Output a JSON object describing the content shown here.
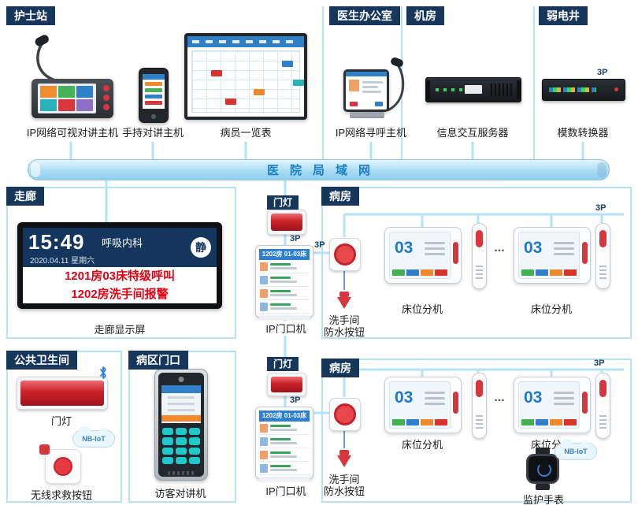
{
  "top": {
    "sections": [
      {
        "title": "护士站"
      },
      {
        "title": "医生办公室"
      },
      {
        "title": "机房"
      },
      {
        "title": "弱电井"
      }
    ],
    "devices": [
      {
        "label": "IP网络可视对讲主机"
      },
      {
        "label": "手持对讲主机"
      },
      {
        "label": "病员一览表"
      },
      {
        "label": "IP网络寻呼主机"
      },
      {
        "label": "信息交互服务器"
      },
      {
        "label": "模数转换器"
      }
    ],
    "converter_tag": "3P"
  },
  "lan": {
    "label": "医院局域网"
  },
  "corridor": {
    "title": "走廊",
    "caption": "走廊显示屏",
    "display": {
      "time": "15:49",
      "dept": "呼吸内科",
      "date": "2020.04.11 星期六",
      "mute": "静",
      "alerts": [
        "1201房03床特级呼叫",
        "1202房洗手间报警"
      ]
    }
  },
  "restroom": {
    "title": "公共卫生间",
    "light_label": "门灯",
    "nbiot": "NB-IoT",
    "sos_label": "无线求救按钮"
  },
  "entrance": {
    "title": "病区门口",
    "caption": "访客对讲机"
  },
  "door_units": [
    {
      "light": "门灯",
      "tag": "3P",
      "link_tag": "3P",
      "header": "1202房 01-03床",
      "caption": "IP门口机"
    },
    {
      "light": "门灯",
      "tag": "3P",
      "header": "1202房 01-03床",
      "caption": "IP门口机"
    }
  ],
  "wards": [
    {
      "title": "病房",
      "tag": "3P",
      "button_line1": "洗手间",
      "button_line2": "防水按钮",
      "ellipsis": "...",
      "beds": [
        {
          "num": "03",
          "label": "床位分机"
        },
        {
          "num": "03",
          "label": "床位分机"
        }
      ]
    },
    {
      "title": "病房",
      "tag": "3P",
      "button_line1": "洗手间",
      "button_line2": "防水按钮",
      "ellipsis": "...",
      "beds": [
        {
          "num": "03",
          "label": "床位分机"
        },
        {
          "num": "03",
          "label": "床位分机"
        }
      ],
      "watch": {
        "label": "监护手表",
        "nbiot": "NB-IoT"
      }
    }
  ],
  "colors": {
    "title_bg": "#16365c",
    "line": "#b5e2f7",
    "alert_red": "#e60012",
    "lan_text": "#1b7ec2"
  }
}
